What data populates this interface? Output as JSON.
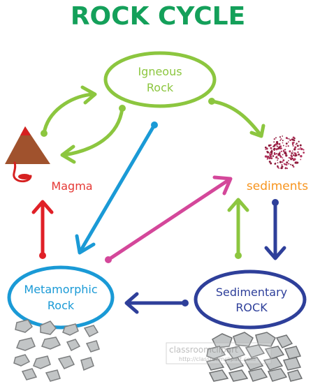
{
  "title": "ROCK CYCLE",
  "nodes": {
    "igneous": {
      "line1": "Igneous",
      "line2": "Rock"
    },
    "metamorphic": {
      "line1": "Metamorphic",
      "line2": "Rock"
    },
    "sedimentary": {
      "line1": "Sedimentary",
      "line2": "ROCK"
    },
    "magma": {
      "label": "Magma"
    },
    "sediments": {
      "label": "sediments"
    }
  },
  "watermark": {
    "line1": "classroomclipart",
    "line2": "http://classroomclipart.com"
  },
  "colors": {
    "title": "#14a05a",
    "igneous": "#8cc63f",
    "metamorphic": "#1a9ad6",
    "sedimentary": "#2e3f9a",
    "magma_label": "#e53935",
    "sediments_label": "#f7941d",
    "up_arrow_red": "#e02027",
    "diag_blue": "#1a9ad6",
    "diag_pink": "#d4479a",
    "up_arrow_green": "#8cc63f",
    "down_arrow_navy": "#2e3f9a",
    "left_arrow_navy": "#2e3f9a",
    "volcano": "#a0522d",
    "lava": "#d62020",
    "rocks_fill": "#c2c5c6",
    "rocks_stroke": "#7d7f80"
  }
}
